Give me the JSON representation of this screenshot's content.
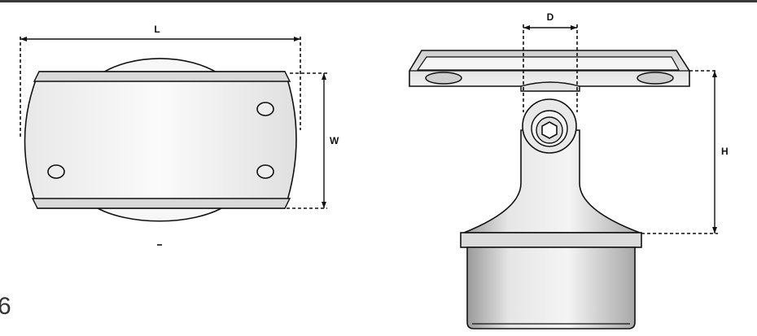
{
  "drawing": {
    "plan_view": {
      "length_label": "L",
      "width_label": "W"
    },
    "side_view": {
      "depth_label": "D",
      "height_label": "H"
    },
    "page_number": "6"
  }
}
